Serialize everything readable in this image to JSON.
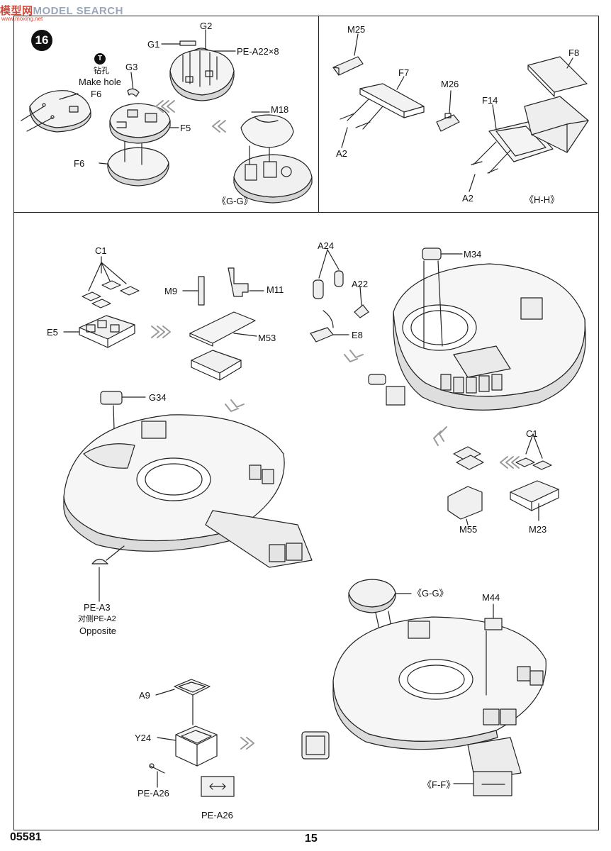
{
  "watermark": {
    "brand_a": "模型网",
    "brand_b": "MODEL SEARCH",
    "sub": "www.moxing.net"
  },
  "step": {
    "number": "16",
    "drill_symbol": "T"
  },
  "labels": {
    "g1": "G1",
    "g2": "G2",
    "pe_a22": "PE-A22×8",
    "drill_cn": "钻孔",
    "make_hole": "Make hole",
    "g3": "G3",
    "f6_top": "F6",
    "f5": "F5",
    "m18": "M18",
    "f6_bot": "F6",
    "gg_section": "《G-G》",
    "m25": "M25",
    "f7": "F7",
    "m26": "M26",
    "a2_left": "A2",
    "f8": "F8",
    "f14": "F14",
    "a2_right": "A2",
    "hh_section": "《H-H》",
    "c1_left": "C1",
    "e5": "E5",
    "m9": "M9",
    "m11": "M11",
    "m53": "M53",
    "a24": "A24",
    "a22": "A22",
    "e8": "E8",
    "m34": "M34",
    "g34": "G34",
    "c1_right": "C1",
    "m55": "M55",
    "m23": "M23",
    "pe_a3": "PE-A3",
    "opposite_cn": "对侧PE-A2",
    "opposite": "Opposite",
    "gg_ref": "《G-G》",
    "m44": "M44",
    "a9": "A9",
    "y24": "Y24",
    "pe_a26_1": "PE-A26",
    "pe_a26_2": "PE-A26",
    "ff_ref": "《F-F》"
  },
  "footer": {
    "code": "05581",
    "page": "15"
  }
}
